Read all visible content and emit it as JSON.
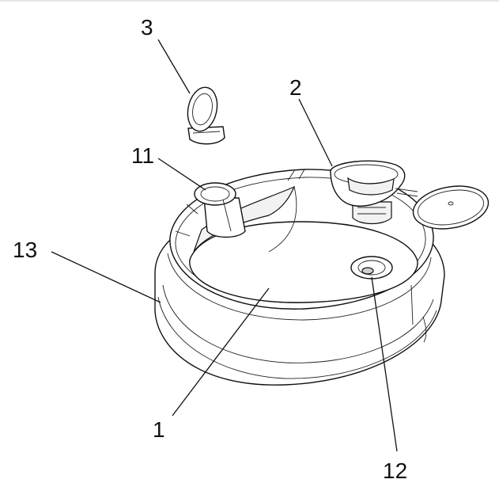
{
  "labels": {
    "part_3": "3",
    "part_2": "2",
    "part_11": "11",
    "part_13": "13",
    "part_1": "1",
    "part_12": "12"
  }
}
